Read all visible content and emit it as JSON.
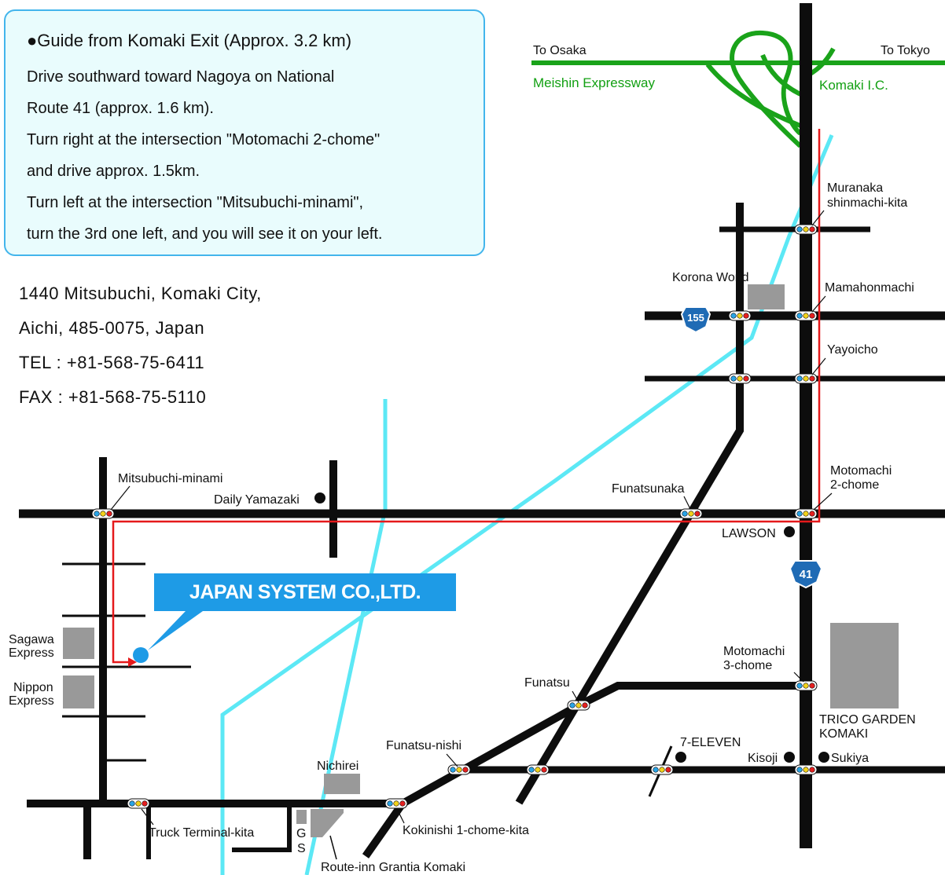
{
  "guide": {
    "title": "●Guide from Komaki Exit (Approx. 3.2 km)",
    "lines": [
      "Drive southward toward Nagoya on National",
      "Route 41 (approx. 1.6 km).",
      "Turn right at the intersection \"Motomachi 2-chome\"",
      "and drive approx. 1.5km.",
      "Turn left at the intersection \"Mitsubuchi-minami\",",
      "turn the 3rd one left, and you will see it on your left."
    ]
  },
  "address": {
    "line1": "1440 Mitsubuchi, Komaki City,",
    "line2": "Aichi, 485-0075, Japan",
    "tel": "TEL : +81-568-75-6411",
    "fax": "FAX : +81-568-75-5110"
  },
  "company": {
    "name": "JAPAN SYSTEM CO.,LTD."
  },
  "expressway": {
    "to_osaka": "To Osaka",
    "to_tokyo": "To Tokyo",
    "name": "Meishin Expressway",
    "interchange": "Komaki I.C."
  },
  "route_shields": {
    "route_155": "155",
    "route_41": "41"
  },
  "intersections": {
    "muranaka_1": "Muranaka",
    "muranaka_2": "shinmachi-kita",
    "mamahonmachi": "Mamahonmachi",
    "yayoicho": "Yayoicho",
    "motomachi2_1": "Motomachi",
    "motomachi2_2": "2-chome",
    "funatsunaka": "Funatsunaka",
    "mitsubuchi_minami": "Mitsubuchi-minami",
    "motomachi3_1": "Motomachi",
    "motomachi3_2": "3-chome",
    "funatsu": "Funatsu",
    "funatsu_nishi": "Funatsu-nishi",
    "kokinishi": "Kokinishi 1-chome-kita",
    "truck_terminal": "Truck Terminal-kita"
  },
  "landmarks": {
    "korona_world": "Korona World",
    "daily_yamazaki": "Daily Yamazaki",
    "lawson": "LAWSON",
    "sagawa_1": "Sagawa",
    "sagawa_2": "Express",
    "nippon_1": "Nippon",
    "nippon_2": "Express",
    "trico_1": "TRICO GARDEN",
    "trico_2": "KOMAKI",
    "seven_eleven": "7-ELEVEN",
    "kisoji": "Kisoji",
    "sukiya": "Sukiya",
    "nichirei": "Nichirei",
    "gs_1": "G",
    "gs_2": "S",
    "route_inn": "Route-inn Grantia Komaki"
  },
  "colors": {
    "road": "#0d0d0d",
    "expressway": "#1aa31a",
    "railway": "#5ce8f5",
    "route_line": "#e5191b",
    "building": "#999999",
    "banner": "#1e9be6",
    "guide_bg": "#e9fcfd",
    "guide_border": "#43b5ec",
    "shield": "#1f6bb5"
  }
}
